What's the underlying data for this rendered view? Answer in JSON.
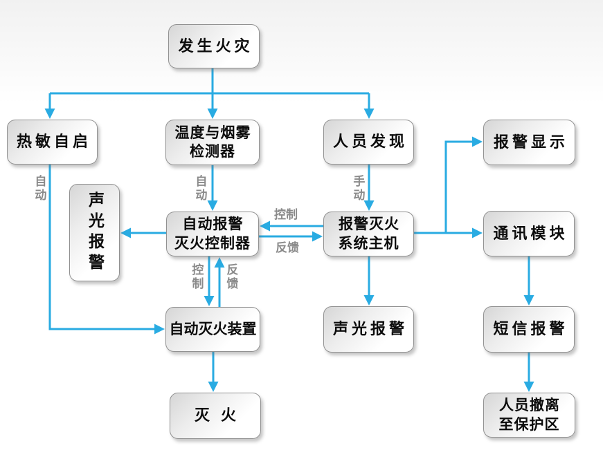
{
  "colors": {
    "arrow": "#29abe2",
    "edge_label_text": "#8a8a8a",
    "node_border": "#919191",
    "node_text": "#0c0c0c"
  },
  "nodes": {
    "fire_occurs": "发生火灾",
    "thermal_auto_start": "热敏自启",
    "temp_smoke_detector": "温度与烟雾\n检测器",
    "personnel_discovery": "人员发现",
    "alarm_display": "报警显示",
    "sound_light_alarm_side": "声光报警",
    "auto_alarm_extinguish_controller": "自动报警\n灭火控制器",
    "alarm_extinguish_system_host": "报警灭火\n系统主机",
    "communication_module": "通讯模块",
    "auto_extinguish_device": "自动灭火装置",
    "sound_light_alarm": "声光报警",
    "sms_alarm": "短信报警",
    "extinguish_fire": "灭 火",
    "evacuate_to_protected_area": "人员撤离\n至保护区"
  },
  "edges": [
    {
      "from": "fire_occurs",
      "to": "thermal_auto_start",
      "label": ""
    },
    {
      "from": "fire_occurs",
      "to": "temp_smoke_detector",
      "label": ""
    },
    {
      "from": "fire_occurs",
      "to": "personnel_discovery",
      "label": ""
    },
    {
      "from": "temp_smoke_detector",
      "to": "auto_alarm_extinguish_controller",
      "label": "自动"
    },
    {
      "from": "personnel_discovery",
      "to": "alarm_extinguish_system_host",
      "label": "手动"
    },
    {
      "from": "thermal_auto_start",
      "to": "auto_extinguish_device",
      "label": "自动"
    },
    {
      "from": "alarm_extinguish_system_host",
      "to": "auto_alarm_extinguish_controller",
      "label": "控制"
    },
    {
      "from": "auto_alarm_extinguish_controller",
      "to": "alarm_extinguish_system_host",
      "label": "反馈"
    },
    {
      "from": "auto_alarm_extinguish_controller",
      "to": "sound_light_alarm_side",
      "label": ""
    },
    {
      "from": "auto_alarm_extinguish_controller",
      "to": "auto_extinguish_device",
      "label": "控制"
    },
    {
      "from": "auto_extinguish_device",
      "to": "auto_alarm_extinguish_controller",
      "label": "反馈"
    },
    {
      "from": "alarm_extinguish_system_host",
      "to": "sound_light_alarm",
      "label": ""
    },
    {
      "from": "alarm_extinguish_system_host",
      "to": "communication_module",
      "label": ""
    },
    {
      "from": "alarm_extinguish_system_host",
      "to": "alarm_display",
      "label": ""
    },
    {
      "from": "communication_module",
      "to": "sms_alarm",
      "label": ""
    },
    {
      "from": "auto_extinguish_device",
      "to": "extinguish_fire",
      "label": ""
    },
    {
      "from": "sms_alarm",
      "to": "evacuate_to_protected_area",
      "label": ""
    }
  ]
}
